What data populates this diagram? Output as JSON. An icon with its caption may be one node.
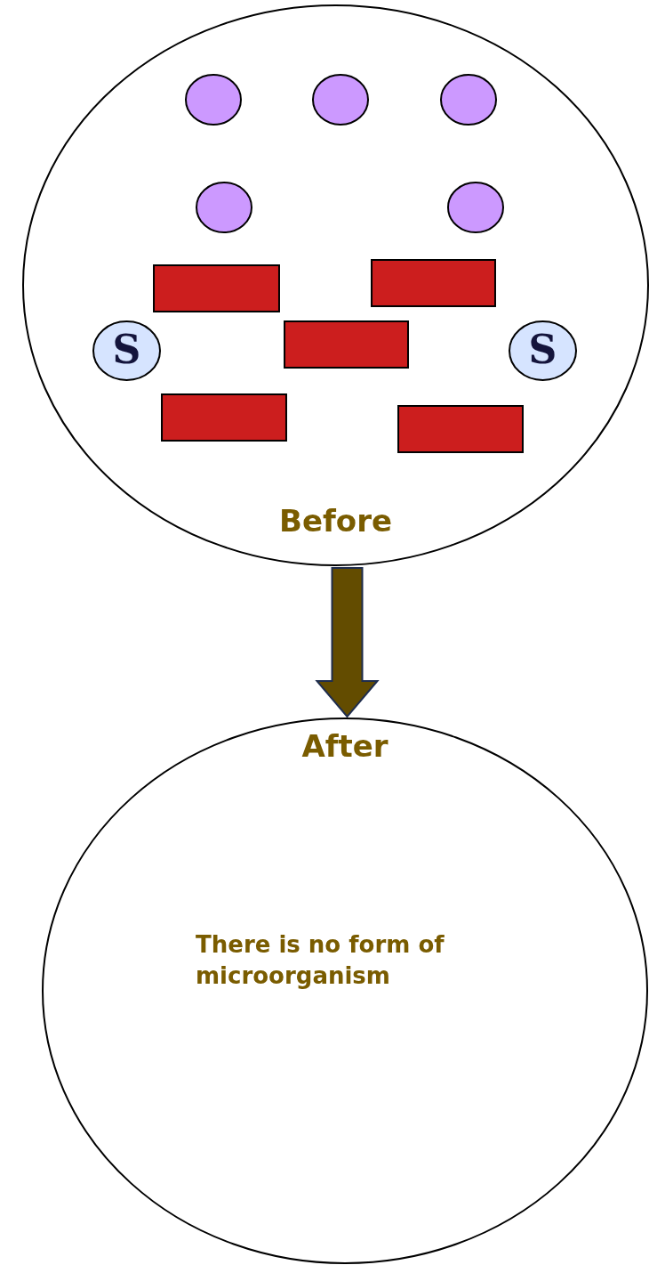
{
  "diagram": {
    "nodes": [
      {
        "text": [
          "Before"
        ]
      },
      {
        "text": [],
        "shape": "circle",
        "in": 0
      },
      {
        "text": [],
        "shape": "circle",
        "in": 0
      },
      {
        "text": [],
        "shape": "circle",
        "in": 0
      },
      {
        "text": [],
        "shape": "circle",
        "in": 0
      },
      {
        "text": [],
        "shape": "circle",
        "in": 0
      },
      {
        "text": [],
        "shape": "box",
        "in": 0
      },
      {
        "text": [],
        "shape": "box",
        "in": 0
      },
      {
        "text": [
          "S"
        ],
        "in": 0
      },
      {
        "text": [],
        "shape": "box",
        "in": 0
      },
      {
        "text": [
          "S"
        ],
        "in": 0
      },
      {
        "text": [],
        "shape": "box",
        "in": 0
      },
      {
        "text": [],
        "shape": "box",
        "in": 0
      },
      {
        "text": [
          "After",
          "There is no form of microorganism"
        ]
      }
    ],
    "edges": [
      {
        "from": 0,
        "to": 13,
        "arrow": "to",
        "style": "thick",
        "color": "#634c00"
      }
    ]
  }
}
